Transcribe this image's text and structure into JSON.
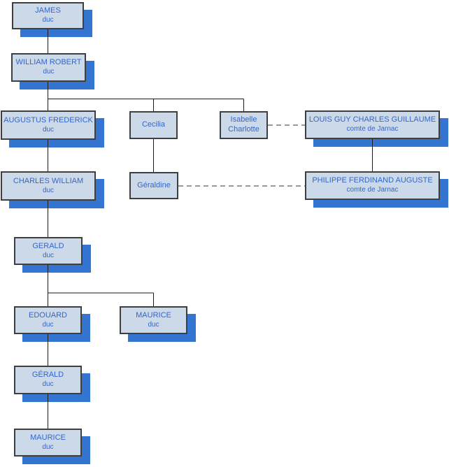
{
  "diagram": {
    "type": "family-tree",
    "description": "Genealogy chart of dukes (duc) and counts of Jarnac"
  },
  "colors": {
    "background": "#ffffff",
    "box_fill": "#ccd9e8",
    "box_border": "#3f3f3f",
    "box_shadow": "#3375d1",
    "text": "#3366cc",
    "line": "#1a1a1a"
  },
  "nodes": {
    "james": {
      "name": "JAMES",
      "title": "duc"
    },
    "william_robert": {
      "name": "WILLIAM ROBERT",
      "title": "duc"
    },
    "augustus": {
      "name": "AUGUSTUS FREDERICK",
      "title": "duc"
    },
    "cecilia": {
      "name": "Cecilia"
    },
    "isabelle": {
      "name": "Isabelle Charlotte"
    },
    "louis": {
      "name": "LOUIS GUY CHARLES GUILLAUME",
      "title": "comte de Jarnac"
    },
    "charles_william": {
      "name": "CHARLES WILLIAM",
      "title": "duc"
    },
    "geraldine": {
      "name": "Géraldine"
    },
    "philippe": {
      "name": "PHILIPPE FERDINAND AUGUSTE",
      "title": "comte de Jarnac"
    },
    "gerald": {
      "name": "GERALD",
      "title": "duc"
    },
    "edouard": {
      "name": "EDOUARD",
      "title": "duc"
    },
    "maurice_sibling": {
      "name": "MAURICE",
      "title": "duc"
    },
    "gerald_jr": {
      "name": "GÉRALD",
      "title": "duc"
    },
    "maurice_last": {
      "name": "MAURICE",
      "title": "duc"
    }
  },
  "edges": {
    "parent_child": [
      {
        "from": "JAMES",
        "to": "WILLIAM ROBERT"
      },
      {
        "from": "WILLIAM ROBERT",
        "to": "AUGUSTUS FREDERICK"
      },
      {
        "from": "WILLIAM ROBERT",
        "to": "Cecilia"
      },
      {
        "from": "WILLIAM ROBERT",
        "to": "Isabelle Charlotte"
      },
      {
        "from": "AUGUSTUS FREDERICK",
        "to": "CHARLES WILLIAM"
      },
      {
        "from": "Cecilia",
        "to": "Géraldine"
      },
      {
        "from": "LOUIS GUY CHARLES GUILLAUME",
        "to": "PHILIPPE FERDINAND AUGUSTE"
      },
      {
        "from": "CHARLES WILLIAM",
        "to": "GERALD"
      },
      {
        "from": "GERALD",
        "to": "EDOUARD"
      },
      {
        "from": "GERALD",
        "to": "MAURICE"
      },
      {
        "from": "EDOUARD",
        "to": "GÉRALD"
      },
      {
        "from": "GÉRALD",
        "to": "MAURICE"
      }
    ],
    "marriage": [
      {
        "a": "Isabelle Charlotte",
        "b": "LOUIS GUY CHARLES GUILLAUME",
        "style": "dashed"
      },
      {
        "a": "Géraldine",
        "b": "PHILIPPE FERDINAND AUGUSTE",
        "style": "dashed"
      }
    ]
  }
}
